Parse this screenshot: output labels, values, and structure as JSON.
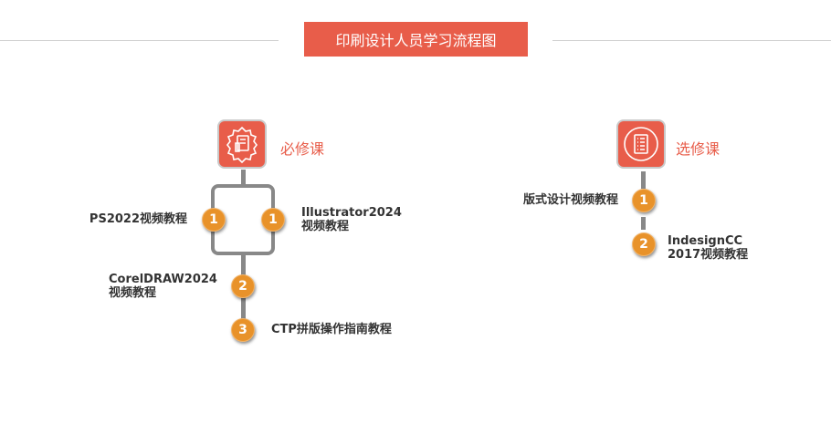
{
  "title": "印刷设计人员学习流程图",
  "required": {
    "label": "必修课",
    "icon": "certificate-hand-icon",
    "items": [
      {
        "badge": "1",
        "text": "PS2022视频教程"
      },
      {
        "badge": "1",
        "line1": "Illustrator2024",
        "line2": "视频教程"
      },
      {
        "badge": "2",
        "line1": "CorelDRAW2024",
        "line2": "视频教程"
      },
      {
        "badge": "3",
        "text": "CTP拼版操作指南教程"
      }
    ]
  },
  "elective": {
    "label": "选修课",
    "icon": "checklist-icon",
    "items": [
      {
        "badge": "1",
        "text": "版式设计视频教程"
      },
      {
        "badge": "2",
        "line1": "IndesignCC",
        "line2": "2017视频教程"
      }
    ]
  },
  "colors": {
    "accent": "#e85d4a",
    "badge": "#e8922a",
    "connector": "#888888"
  }
}
